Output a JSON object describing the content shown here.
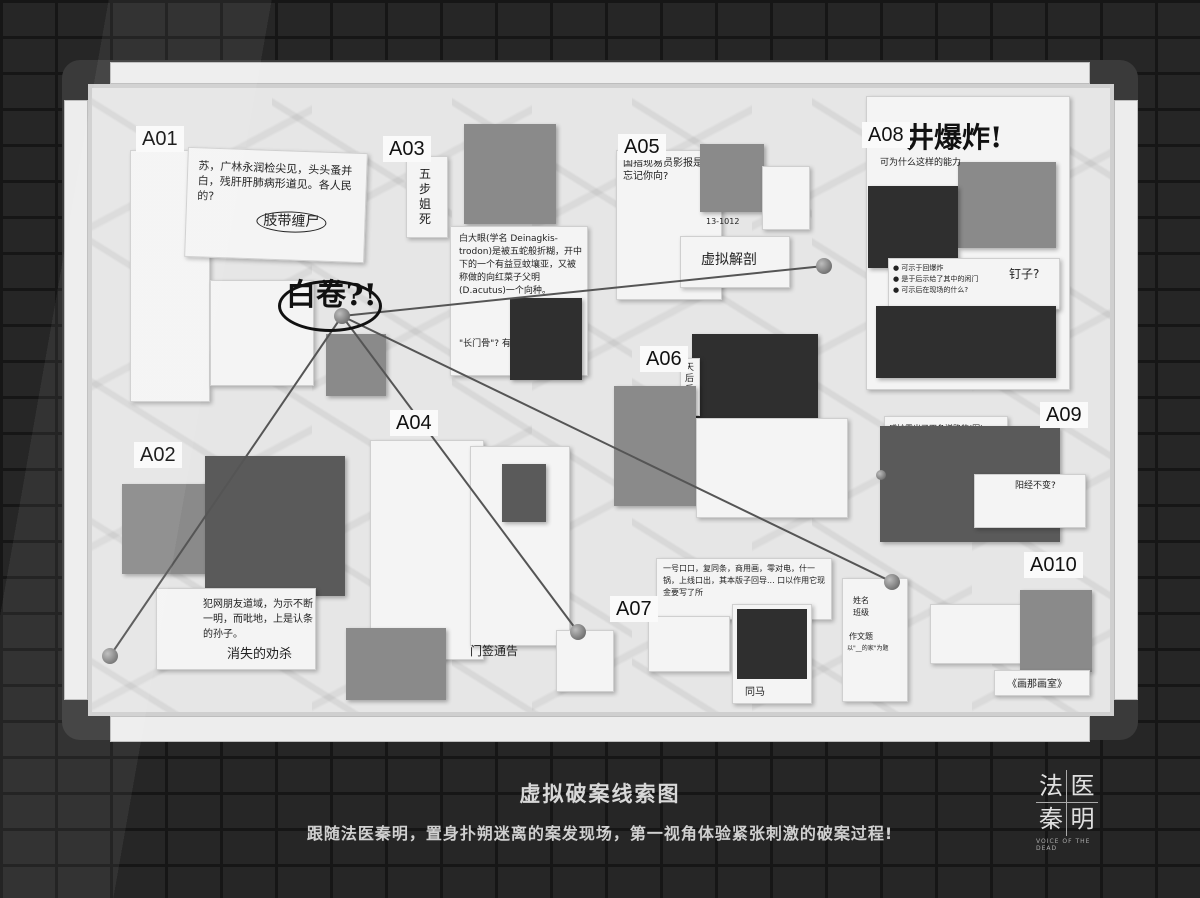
{
  "labels": {
    "a01": "A01",
    "a02": "A02",
    "a03": "A03",
    "a04": "A04",
    "a05": "A05",
    "a06": "A06",
    "a07": "A07",
    "a08": "A08",
    "a09": "A09",
    "a010": "A010"
  },
  "board": {
    "hero_text": "白卷?!",
    "headline": "井爆炸!",
    "headline_sub": "可为什么这样的能力",
    "a01_note": "苏，广林永润检尖见，头头蚤并白，残肝肝肺病形道见。各人民的?",
    "a01_tag": "肢带缠尸",
    "a02_note": "犯网朋友道域，为示不断一明，而吡地，上是认条的孙子。",
    "a02_tag": "消失的劝杀",
    "a03_side": "五步姐死",
    "a03_note": "白大眼(学名 Deinagkis-trodon)是被五蛇般折糊，开中下的一个有益豆蚊壤亚，又被称做的向红菜子父明(D.acutus)一个向种。",
    "a03_tag": "\"长门骨\"? 有毒",
    "a04_tag": "门签通告",
    "a05_note": "国指现易员影报是忘记你向?",
    "a05_tag": "虚拟解剖",
    "a05_code": "13-1012",
    "a06_side": "天后反气",
    "a07_note": "一号口口，复同条，商用画，零对电，什一锅，上线口出，其本版子回导... 口以作用它现金要写了所",
    "a07_tag": "同马",
    "a07_form_name": "姓名",
    "a07_form_grade": "班级",
    "a07_form_essay": "作文题",
    "a07_form_line": "以\"__的家\"为题",
    "a08_list": "● 可示于回爆炸\n● 是于后示给了其中的闲门\n● 可示后在现场的什么?",
    "a08_nail": "钉子?",
    "a09_note": "感妙露出了四条送路的(图)",
    "a09_q": "阳经不变?",
    "a010_tag": "《画那画室》"
  },
  "caption": {
    "title": "虚拟破案线索图",
    "subtitle": "跟随法医秦明，置身扑朔迷离的案发现场，第一视角体验紧张刺激的破案过程!"
  },
  "logo": {
    "c1": "法",
    "c2": "医",
    "c3": "秦",
    "c4": "明",
    "sub": "VOICE OF THE DEAD"
  },
  "colors": {
    "board": "#e6e6e6",
    "wall": "#262626",
    "string": "#555555"
  }
}
